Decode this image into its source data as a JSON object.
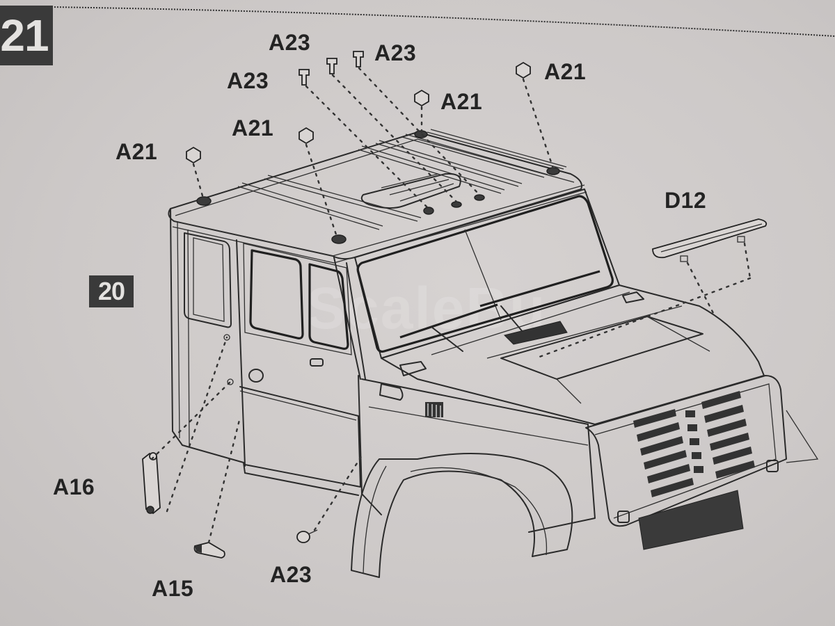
{
  "document": {
    "type": "scale model assembly instruction",
    "step_number": "21",
    "sub_step_number": "20",
    "watermark_text": "ScaleBu"
  },
  "parts": [
    {
      "id": "A23-top-left-label",
      "label": "A23",
      "part": "screw"
    },
    {
      "id": "A23-top-right-label",
      "label": "A23",
      "part": "screw"
    },
    {
      "id": "A23-mid-label",
      "label": "A23",
      "part": "screw"
    },
    {
      "id": "A21-right-label",
      "label": "A21",
      "part": "hex bolt"
    },
    {
      "id": "A21-center-label",
      "label": "A21",
      "part": "hex bolt"
    },
    {
      "id": "A21-upper-left-label",
      "label": "A21",
      "part": "hex bolt"
    },
    {
      "id": "A21-left-label",
      "label": "A21",
      "part": "hex bolt"
    },
    {
      "id": "D12-label",
      "label": "D12",
      "part": "sun visor"
    },
    {
      "id": "A16-label",
      "label": "A16",
      "part": "grab handle"
    },
    {
      "id": "A15-label",
      "label": "A15",
      "part": "step"
    },
    {
      "id": "A23-bottom-label",
      "label": "A23",
      "part": "screw"
    }
  ],
  "colors": {
    "paper": "#cfcac8",
    "ink": "#232323",
    "badge": "#3a3a3a"
  }
}
